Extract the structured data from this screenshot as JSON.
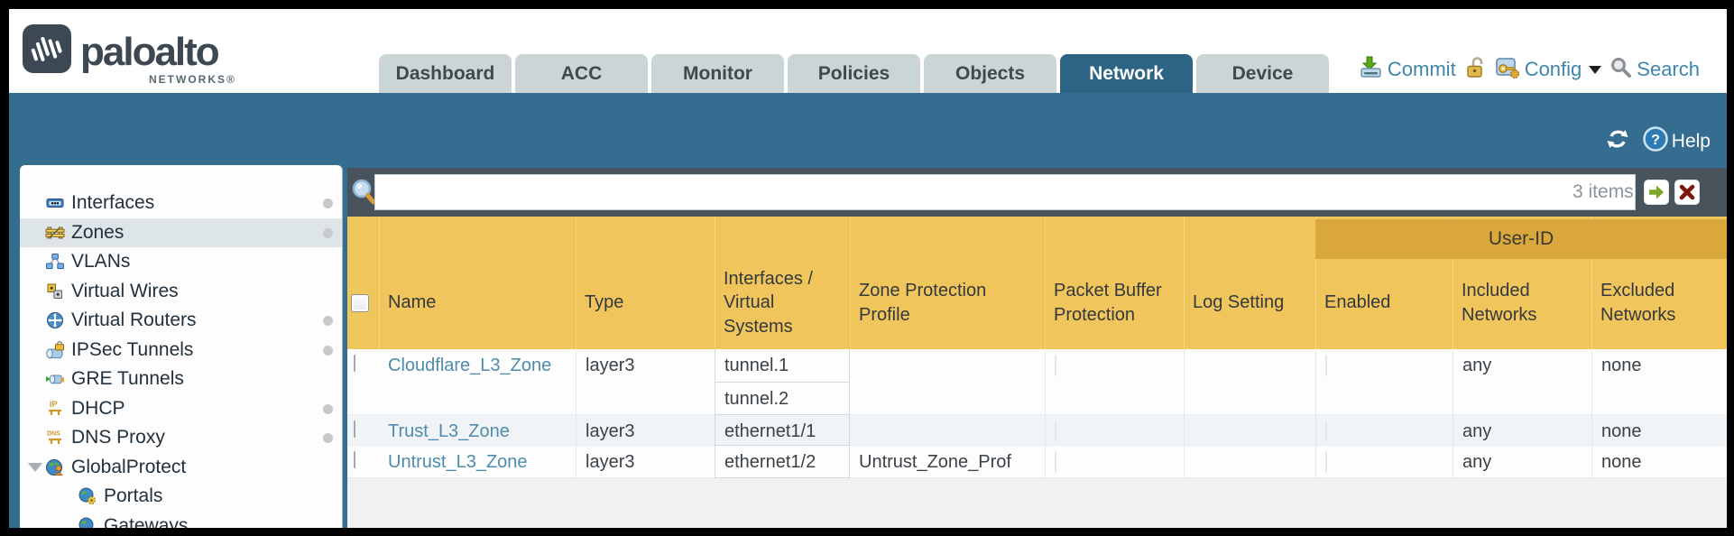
{
  "brand": {
    "wordmark": "paloalto",
    "networks": "NETWORKS®"
  },
  "tabs": [
    {
      "label": "Dashboard",
      "active": false
    },
    {
      "label": "ACC",
      "active": false
    },
    {
      "label": "Monitor",
      "active": false
    },
    {
      "label": "Policies",
      "active": false
    },
    {
      "label": "Objects",
      "active": false
    },
    {
      "label": "Network",
      "active": true
    },
    {
      "label": "Device",
      "active": false
    }
  ],
  "actions": {
    "commit": "Commit",
    "config": "Config",
    "search": "Search"
  },
  "band": {
    "help": "Help"
  },
  "sidebar": {
    "items": [
      {
        "label": "Interfaces",
        "icon": "interfaces-icon",
        "dot": true
      },
      {
        "label": "Zones",
        "icon": "zones-icon",
        "dot": true,
        "selected": true
      },
      {
        "label": "VLANs",
        "icon": "vlans-icon",
        "dot": false
      },
      {
        "label": "Virtual Wires",
        "icon": "virtual-wires-icon",
        "dot": false
      },
      {
        "label": "Virtual Routers",
        "icon": "virtual-routers-icon",
        "dot": true
      },
      {
        "label": "IPSec Tunnels",
        "icon": "ipsec-tunnels-icon",
        "dot": true
      },
      {
        "label": "GRE Tunnels",
        "icon": "gre-tunnels-icon",
        "dot": false
      },
      {
        "label": "DHCP",
        "icon": "dhcp-icon",
        "dot": true
      },
      {
        "label": "DNS Proxy",
        "icon": "dns-proxy-icon",
        "dot": true
      },
      {
        "label": "GlobalProtect",
        "icon": "globalprotect-icon",
        "dot": false,
        "expanded": true
      },
      {
        "label": "Portals",
        "icon": "portals-icon",
        "indent": true
      },
      {
        "label": "Gateways",
        "icon": "gateways-icon",
        "indent": true
      }
    ]
  },
  "filter": {
    "items_count": "3 items",
    "query": ""
  },
  "table": {
    "group_header": "User-ID",
    "columns": [
      "Name",
      "Type",
      "Interfaces / Virtual Systems",
      "Zone Protection Profile",
      "Packet Buffer Protection",
      "Log Setting",
      "Enabled",
      "Included Networks",
      "Excluded Networks"
    ],
    "rows": [
      {
        "name": "Cloudflare_L3_Zone",
        "type": "layer3",
        "interfaces": [
          "tunnel.1",
          "tunnel.2"
        ],
        "zone_protection_profile": "",
        "log_setting": "",
        "included_networks": "any",
        "excluded_networks": "none"
      },
      {
        "name": "Trust_L3_Zone",
        "type": "layer3",
        "interfaces": [
          "ethernet1/1"
        ],
        "zone_protection_profile": "",
        "log_setting": "",
        "included_networks": "any",
        "excluded_networks": "none"
      },
      {
        "name": "Untrust_L3_Zone",
        "type": "layer3",
        "interfaces": [
          "ethernet1/2"
        ],
        "zone_protection_profile": "Untrust_Zone_Prof",
        "log_setting": "",
        "included_networks": "any",
        "excluded_networks": "none"
      }
    ]
  },
  "colors": {
    "teal_band": "#356d90",
    "active_tab": "#2d6486",
    "filter_bar": "#49535c",
    "table_header": "#f0c65c",
    "user_id_band": "#daa73d",
    "link": "#4d8cac"
  }
}
